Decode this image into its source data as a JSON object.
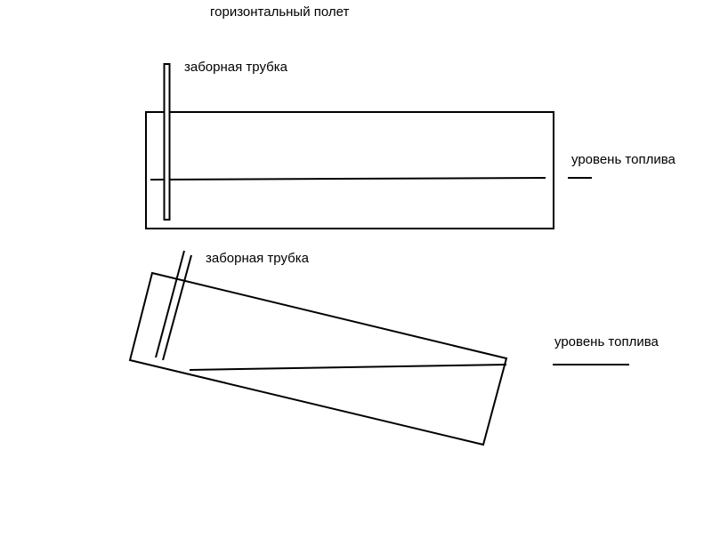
{
  "diagram": {
    "title": "горизонтальный полет",
    "top_panel": {
      "tube_label": "заборная трубка",
      "fuel_label": "уровень топлива"
    },
    "bottom_panel": {
      "tube_label": "заборная трубка",
      "fuel_label": "уровень топлива"
    },
    "colors": {
      "stroke": "#000000",
      "background": "#ffffff"
    }
  }
}
